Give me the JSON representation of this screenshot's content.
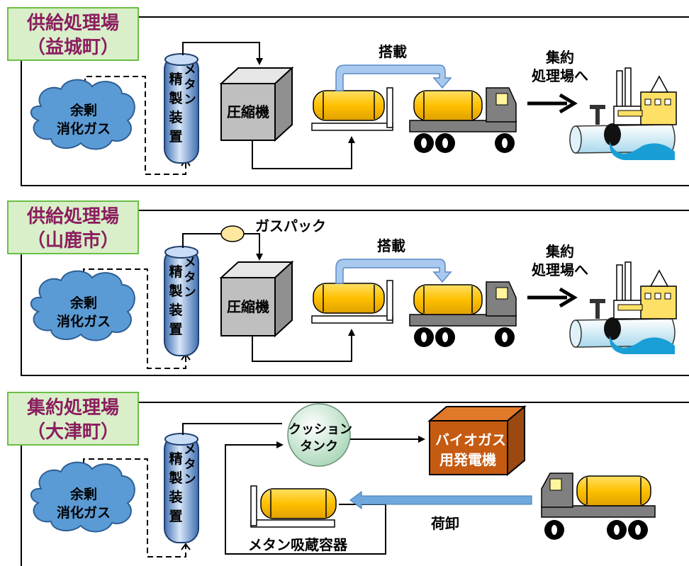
{
  "sections": [
    {
      "title_line1": "供給処理場",
      "title_line2": "（益城町）",
      "cloud": [
        "余剰",
        "消化ガス"
      ],
      "column": [
        "精",
        "製",
        "装",
        "置"
      ],
      "column_side": [
        "メ",
        "タ",
        "ン"
      ],
      "compressor": "圧縮機",
      "load": "搭載",
      "dest": [
        "集約",
        "処理場へ"
      ]
    },
    {
      "title_line1": "供給処理場",
      "title_line2": "（山鹿市）",
      "cloud": [
        "余剰",
        "消化ガス"
      ],
      "column": [
        "精",
        "製",
        "装",
        "置"
      ],
      "column_side": [
        "メ",
        "タ",
        "ン"
      ],
      "gaspack": "ガスパック",
      "compressor": "圧縮機",
      "load": "搭載",
      "dest": [
        "集約",
        "処理場へ"
      ]
    },
    {
      "title_line1": "集約処理場",
      "title_line2": "（大津町）",
      "cloud": [
        "余剰",
        "消化ガス"
      ],
      "column": [
        "精",
        "製",
        "装",
        "置"
      ],
      "column_side": [
        "メ",
        "タ",
        "ン"
      ],
      "cushion": [
        "クッション",
        "タンク"
      ],
      "generator": [
        "バイオガス",
        "用発電機"
      ],
      "unload": "荷卸",
      "storage": "メタン吸蔵容器"
    }
  ]
}
